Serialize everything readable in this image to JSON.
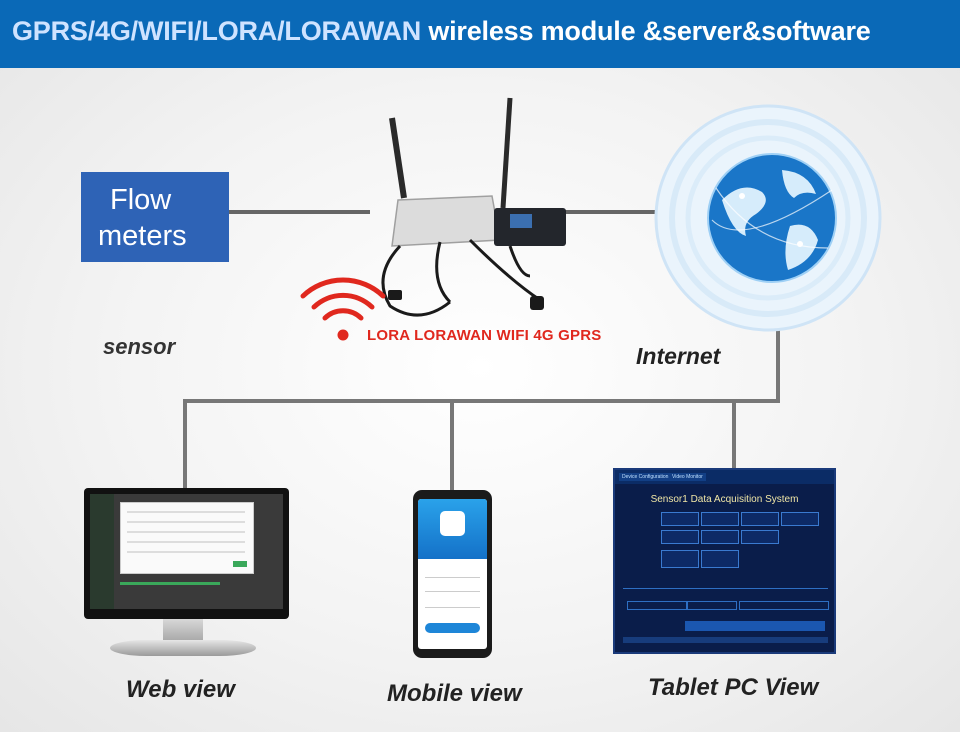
{
  "header": {
    "title_highlight": "GPRS/4G/WIFI/LORA/LORAWAN",
    "title_rest": " wireless module &server&software"
  },
  "diagram": {
    "sensor_box_line1": "Flow",
    "sensor_box_line2": "meters",
    "sensor_label": "sensor",
    "gateway_label": "LORA LORAWAN WIFI 4G GPRS",
    "internet_label": "Internet",
    "web_label": "Web view",
    "mobile_label": "Mobile view",
    "tablet_label": "Tablet PC View"
  },
  "tablet_screen": {
    "tab1": "Device Configuration",
    "tab2": "Video Monitor",
    "title": "Sensor1 Data Acquisition System"
  },
  "colors": {
    "header_bg": "#0a69b7",
    "sensor_box": "#2e63b6",
    "wifi_signal": "#e0281e",
    "globe": "#1a76c8"
  },
  "icons": [
    "wifi-signal-icon",
    "globe-icon",
    "antenna-icon"
  ]
}
